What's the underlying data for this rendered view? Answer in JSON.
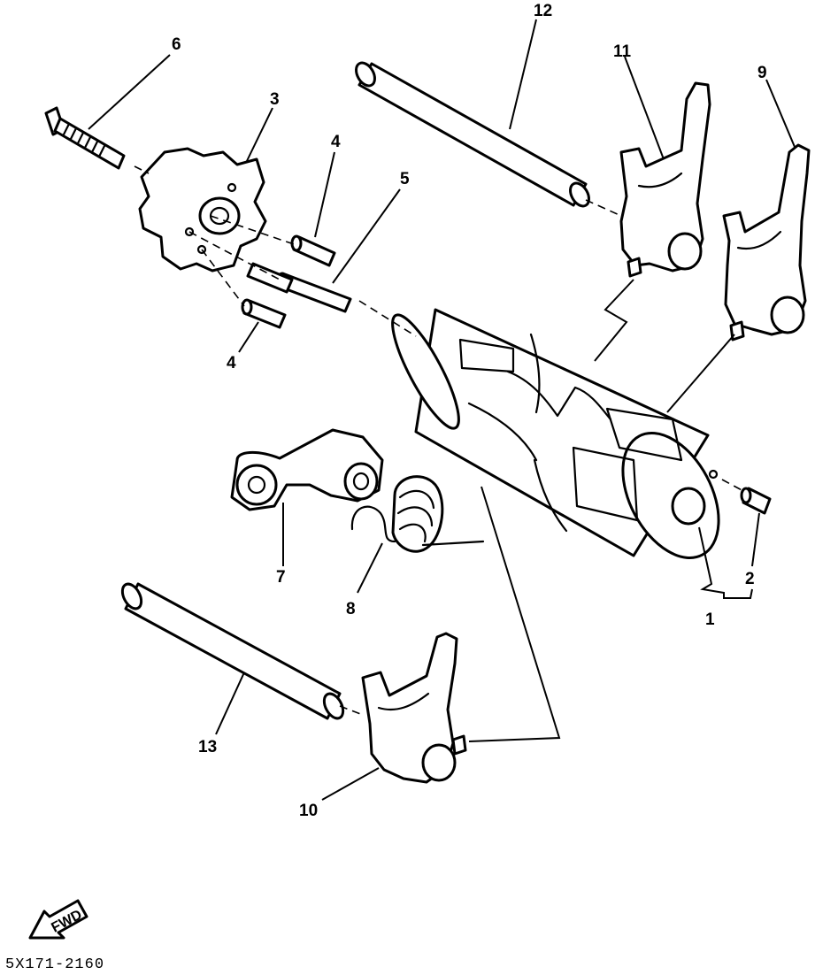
{
  "callouts": {
    "c1": "1",
    "c2": "2",
    "c3": "3",
    "c4a": "4",
    "c4b": "4",
    "c5": "5",
    "c6": "6",
    "c7": "7",
    "c8": "8",
    "c9": "9",
    "c10": "10",
    "c11": "11",
    "c12": "12",
    "c13": "13"
  },
  "fwd_label": "FWD",
  "drawing_code": "5X171-2160"
}
